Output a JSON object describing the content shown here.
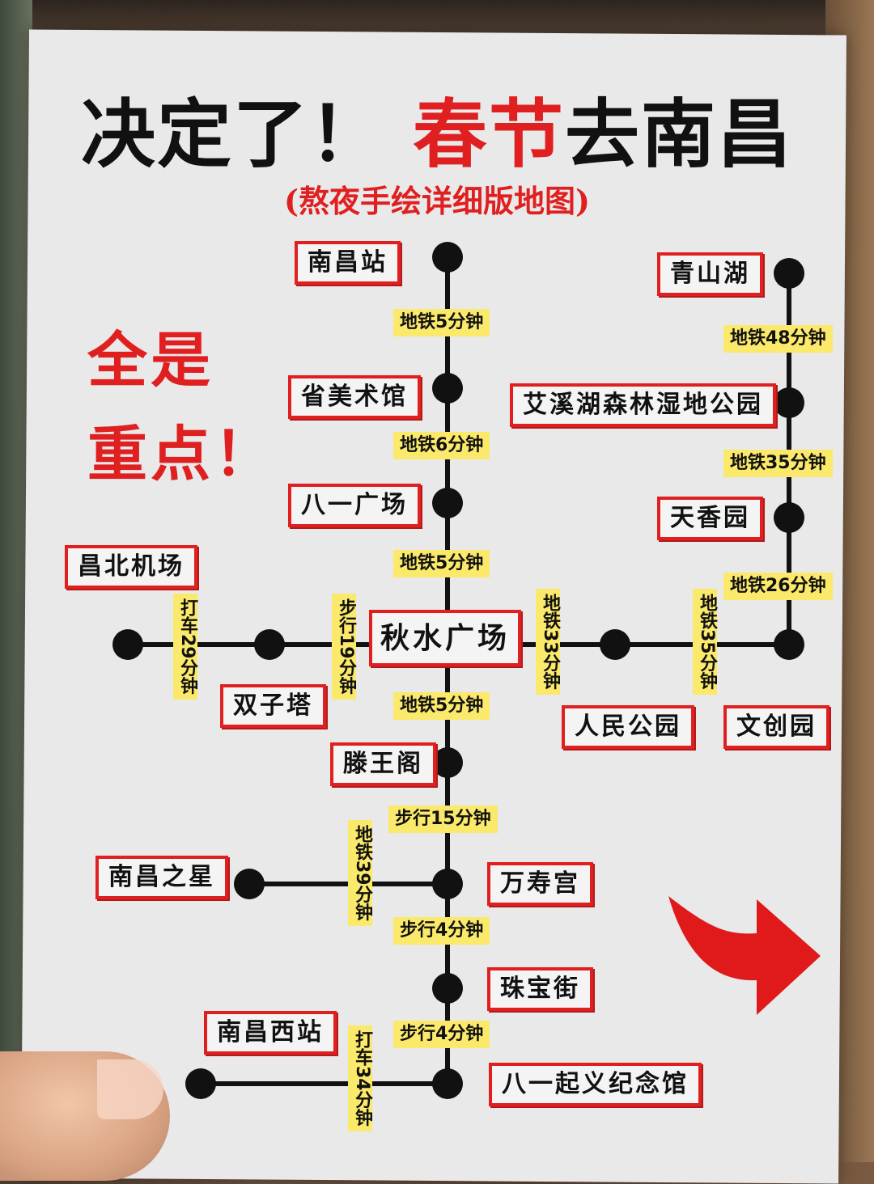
{
  "title": {
    "part1": "决定了！",
    "part2": "春节",
    "part3": "去南昌"
  },
  "subtitle": "(熬夜手绘详细版地图)",
  "slogan": {
    "line1": "全是",
    "line2": "重点！"
  },
  "colors": {
    "accent": "#e02020",
    "tag": "#fbe96b",
    "paper": "#e9e9ea",
    "line": "#111111"
  },
  "stations": {
    "nanchang_station": "南昌站",
    "art_museum": "省美术馆",
    "bayi_square": "八一广场",
    "qiushui_square": "秋水广场",
    "tengwang_pavilion": "滕王阁",
    "wanshou_palace": "万寿宫",
    "zhubao_street": "珠宝街",
    "bayi_memorial": "八一起义纪念馆",
    "qingshan_lake": "青山湖",
    "aixi_lake_park": "艾溪湖森林湿地公园",
    "tianxiang_garden": "天香园",
    "people_park": "人民公园",
    "wenchuang_park": "文创园",
    "changbei_airport": "昌北机场",
    "twin_towers": "双子塔",
    "star_of_nanchang": "南昌之星",
    "nanchang_west": "南昌西站"
  },
  "routes": {
    "r1": "地铁5分钟",
    "r2": "地铁6分钟",
    "r3": "地铁5分钟",
    "r4": "地铁5分钟",
    "r5": "步行15分钟",
    "r6": "步行4分钟",
    "r7": "步行4分钟",
    "r8": "地铁48分钟",
    "r9": "地铁35分钟",
    "r10": "地铁26分钟",
    "v1": "打车29分钟",
    "v2": "步行19分钟",
    "v3": "地铁33分钟",
    "v4": "地铁35分钟",
    "v5": "地铁39分钟",
    "v6": "打车34分钟"
  },
  "icons": {
    "arrow": "red-right-arrow-icon"
  }
}
